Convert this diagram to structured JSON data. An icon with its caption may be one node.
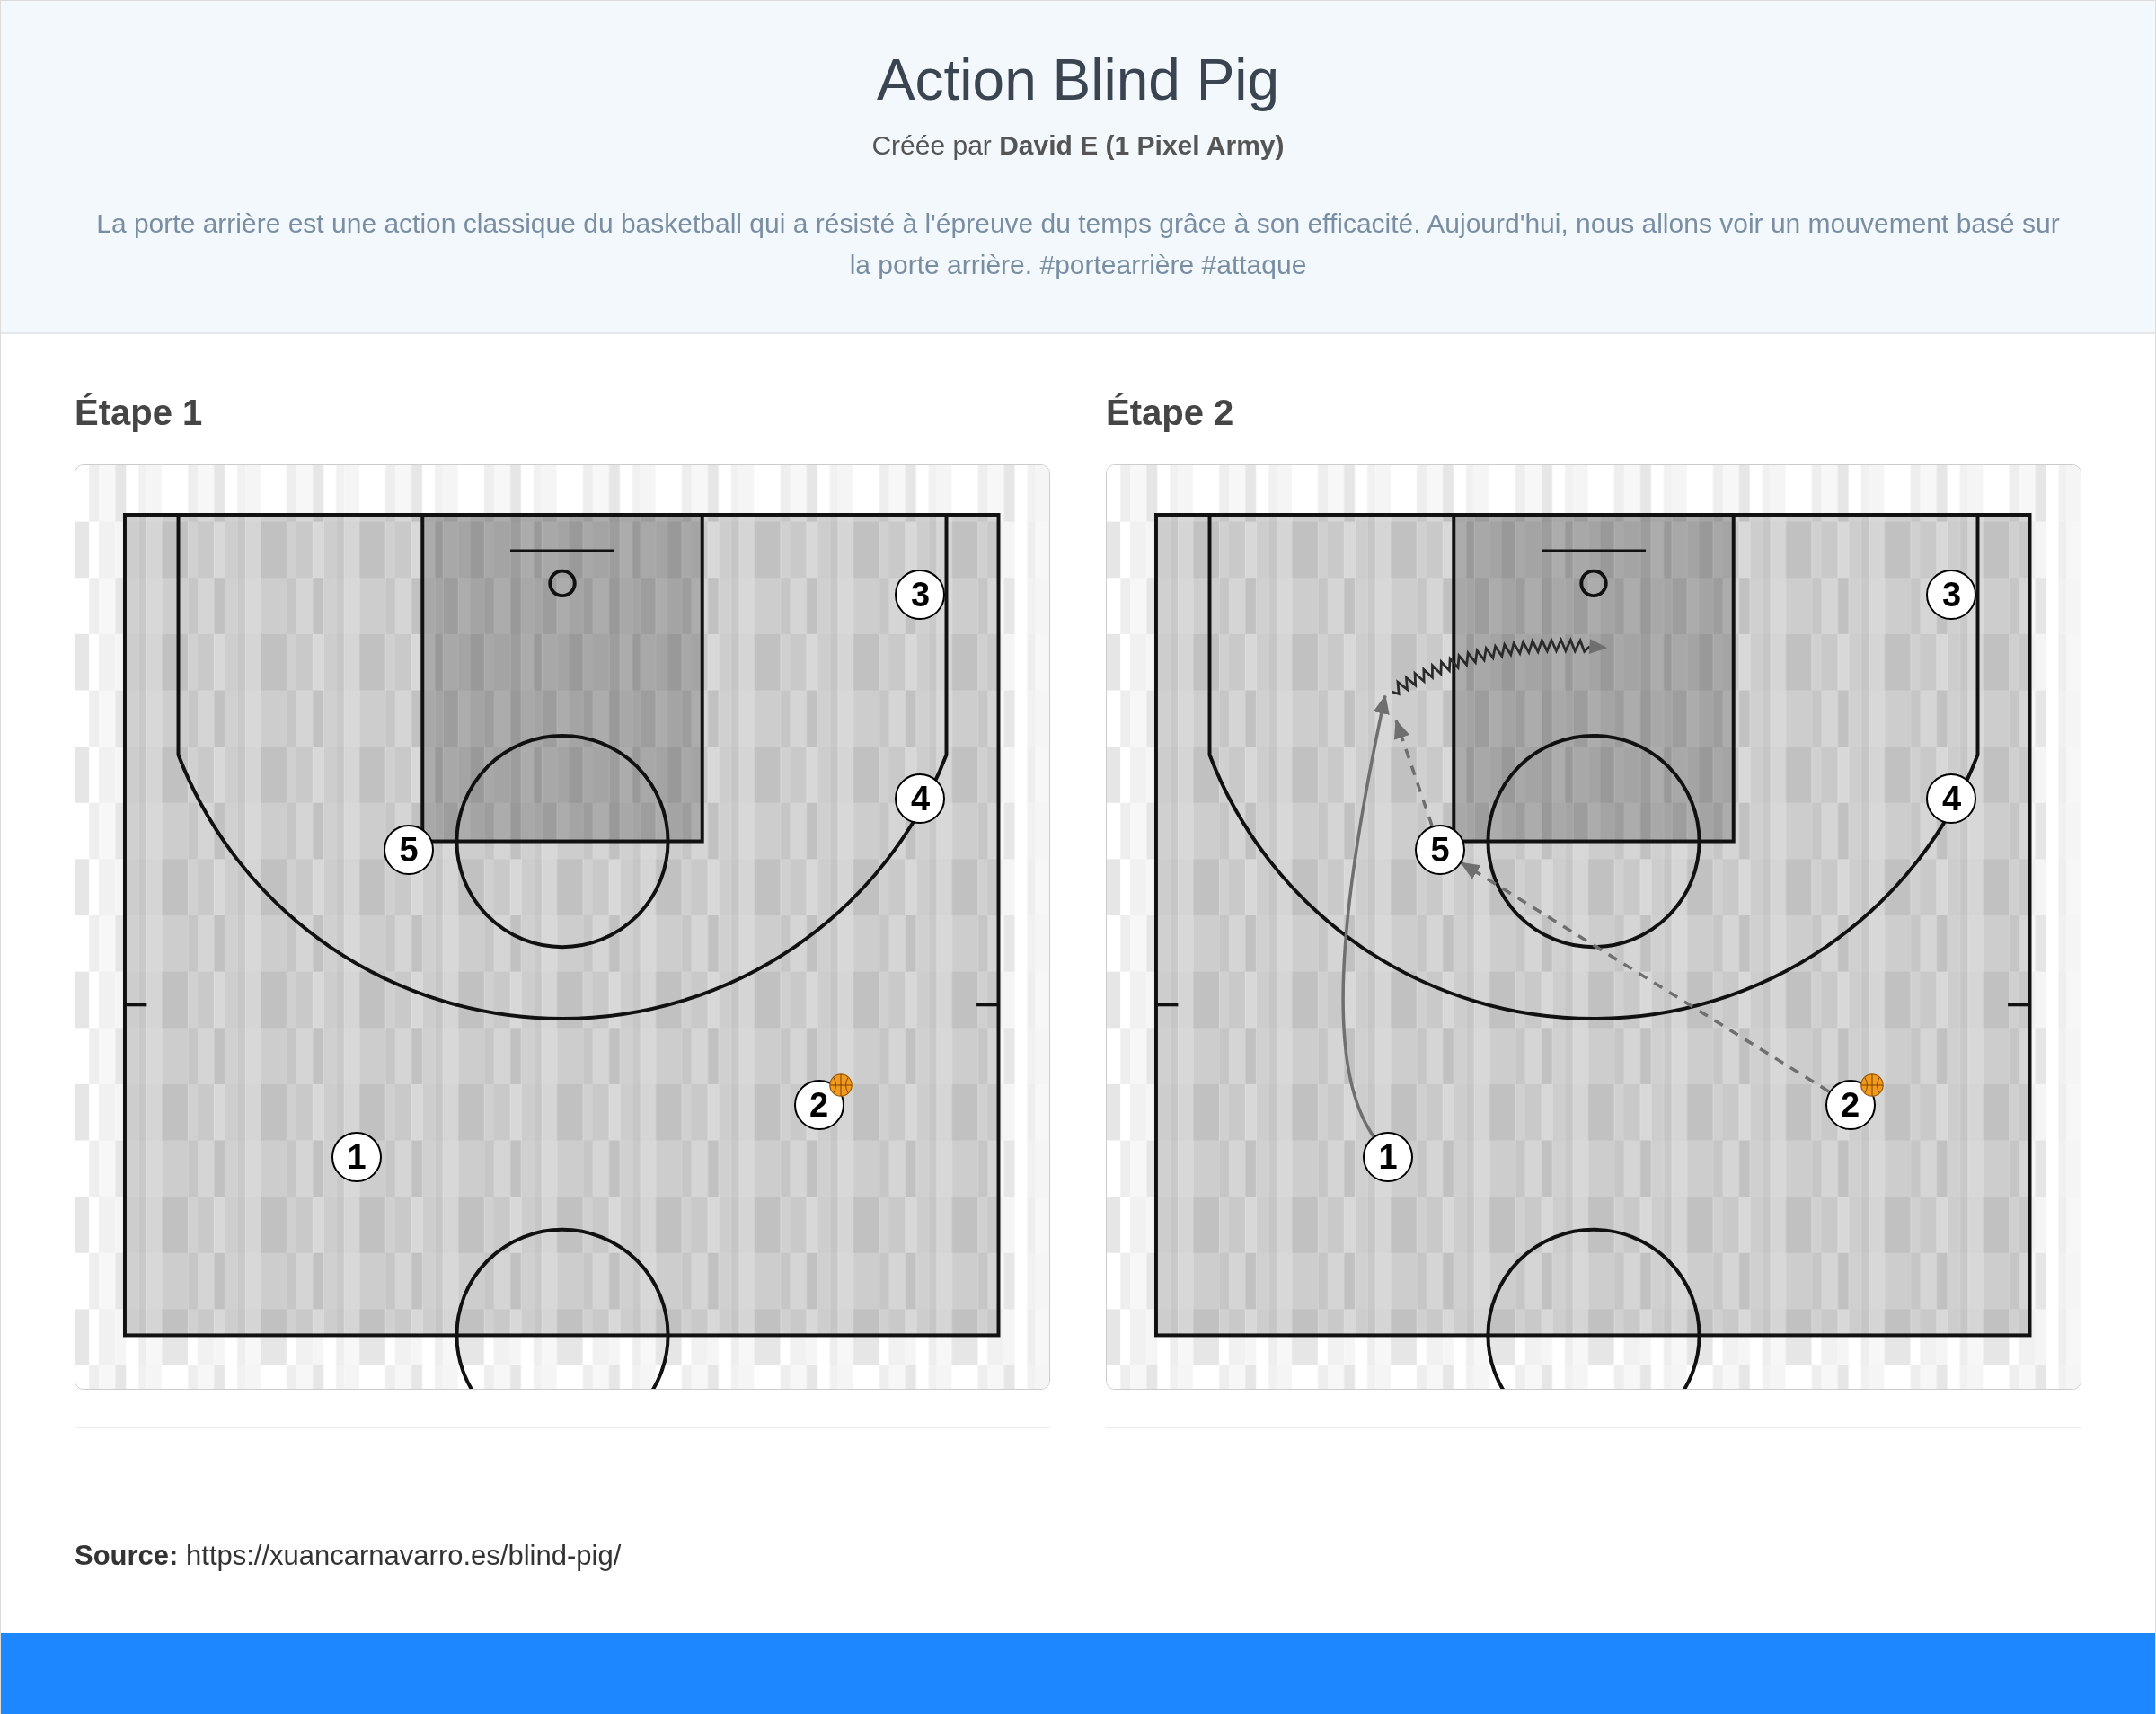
{
  "diagram": {
    "title": "Action Blind Pig",
    "nodes": [
      {
        "text": [
          "Étape 1"
        ]
      },
      {
        "text": [
          "3"
        ],
        "in": 0
      },
      {
        "text": [
          "4"
        ],
        "in": 0
      },
      {
        "text": [
          "5"
        ],
        "in": 0
      },
      {
        "text": [
          "2"
        ],
        "in": 0
      },
      {
        "text": [
          "1"
        ],
        "in": 0
      },
      {
        "text": [
          "Étape 2"
        ]
      },
      {
        "text": [
          "3"
        ],
        "in": 6
      },
      {
        "text": [
          "4"
        ],
        "in": 6
      },
      {
        "text": [
          "5"
        ],
        "in": 6
      },
      {
        "text": [
          "2"
        ],
        "in": 6
      },
      {
        "text": [
          "1"
        ],
        "in": 6
      }
    ],
    "edges": [
      {
        "from": 11,
        "to": null,
        "arrow": "to"
      },
      {
        "from": 10,
        "to": 9,
        "arrow": "to",
        "style": "dashed"
      },
      {
        "from": 9,
        "to": null,
        "arrow": "to",
        "style": "dashed"
      }
    ],
    "labels": [
      "Créée par **David E (1 Pixel Army)**",
      "La porte arrière est une action classique du basketball qui a résisté à l'épreuve du temps grâce à son efficacité. Aujourd'hui, nous allons voir un mouvement basé sur la porte arrière. #portearrière #attaque",
      "**Source:** https://xuancarnavarro.es/blind-pig/"
    ]
  }
}
